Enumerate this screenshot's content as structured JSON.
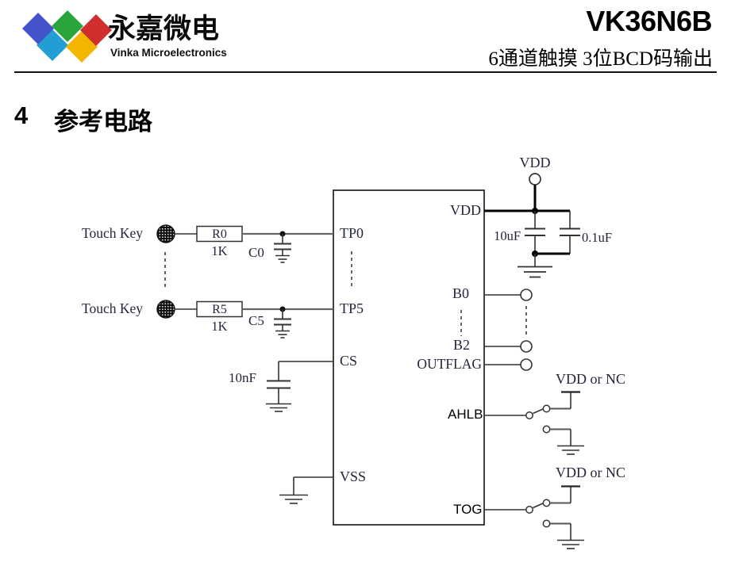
{
  "header": {
    "brand_cn": "永嘉微电",
    "brand_en": "Vinka Microelectronics",
    "part_number": "VK36N6B",
    "subtitle": "6通道触摸 3位BCD码输出",
    "logo_colors": {
      "blue": "#4353c8",
      "green": "#2aa53c",
      "red": "#d02e2e",
      "cyan": "#219fd4",
      "yellow": "#f2b600"
    }
  },
  "section": {
    "number": "4",
    "title": "参考电路"
  },
  "circuit": {
    "touch_key_label": "Touch Key",
    "rows": [
      {
        "resistor": "R0",
        "resistor_value": "1K",
        "capacitor": "C0",
        "pin": "TP0"
      },
      {
        "resistor": "R5",
        "resistor_value": "1K",
        "capacitor": "C5",
        "pin": "TP5"
      }
    ],
    "cs_pin": "CS",
    "cs_capacitor_value": "10nF",
    "vss_pin": "VSS",
    "vdd_pin": "VDD",
    "vdd_supply_label": "VDD",
    "bulk_cap_value": "10uF",
    "bypass_cap_value": "0.1uF",
    "output_pins": [
      "B0",
      "B2",
      "OUTFLAG"
    ],
    "ahlb_pin": "AHLB",
    "tog_pin": "TOG",
    "switch_option_label": "VDD or NC"
  }
}
